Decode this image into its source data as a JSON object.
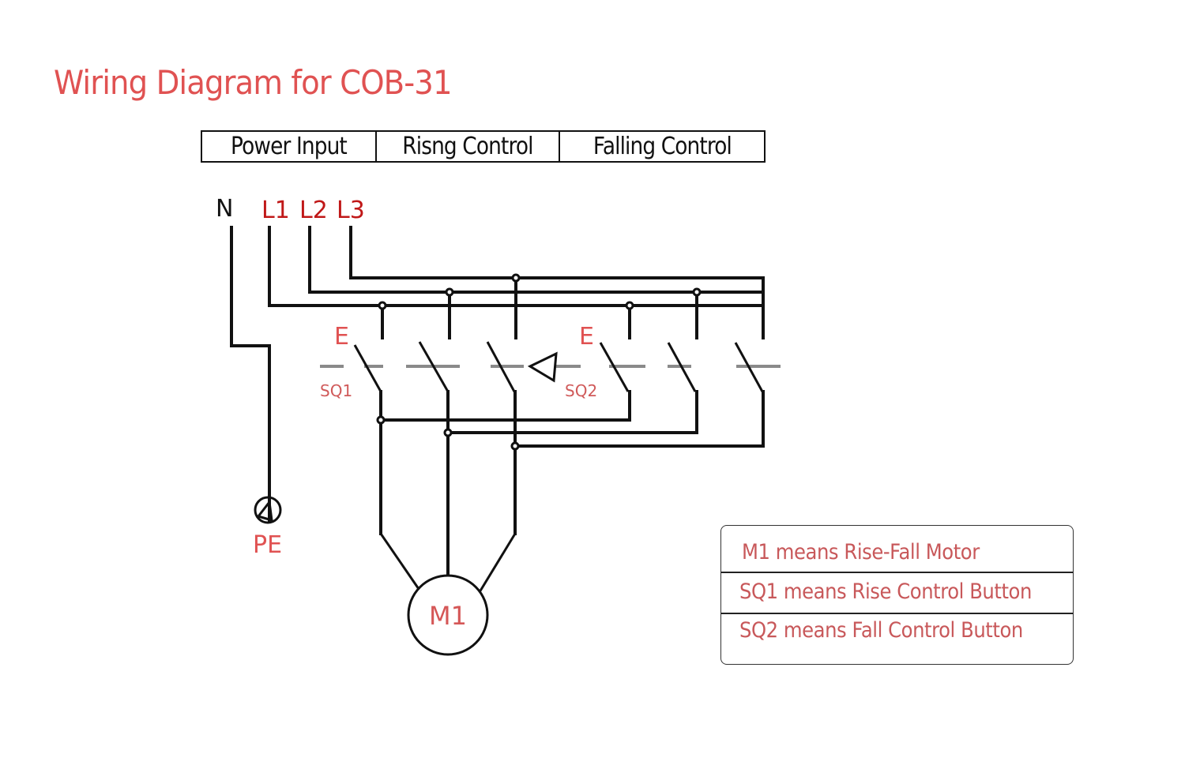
{
  "title": "Wiring Diagram for COB-31",
  "header": {
    "columns": [
      "Power Input",
      "Risng Control",
      "Falling Control"
    ]
  },
  "terminals": {
    "neutral": "N",
    "phases": [
      "L1",
      "L2",
      "L3"
    ]
  },
  "switches": {
    "sq1": {
      "label": "SQ1",
      "marker": "E"
    },
    "sq2": {
      "label": "SQ2",
      "marker": "E"
    }
  },
  "ground": {
    "label": "PE"
  },
  "motor": {
    "label": "M1"
  },
  "legend": {
    "items": [
      "M1 means Rise-Fall Motor",
      "SQ1 means Rise Control Button",
      "SQ2 means Fall Control Button"
    ]
  },
  "colors": {
    "accent_red": "#e05252",
    "phase_red": "#c01818",
    "wire": "#111111",
    "mechanical_link": "#8a8a8a"
  }
}
